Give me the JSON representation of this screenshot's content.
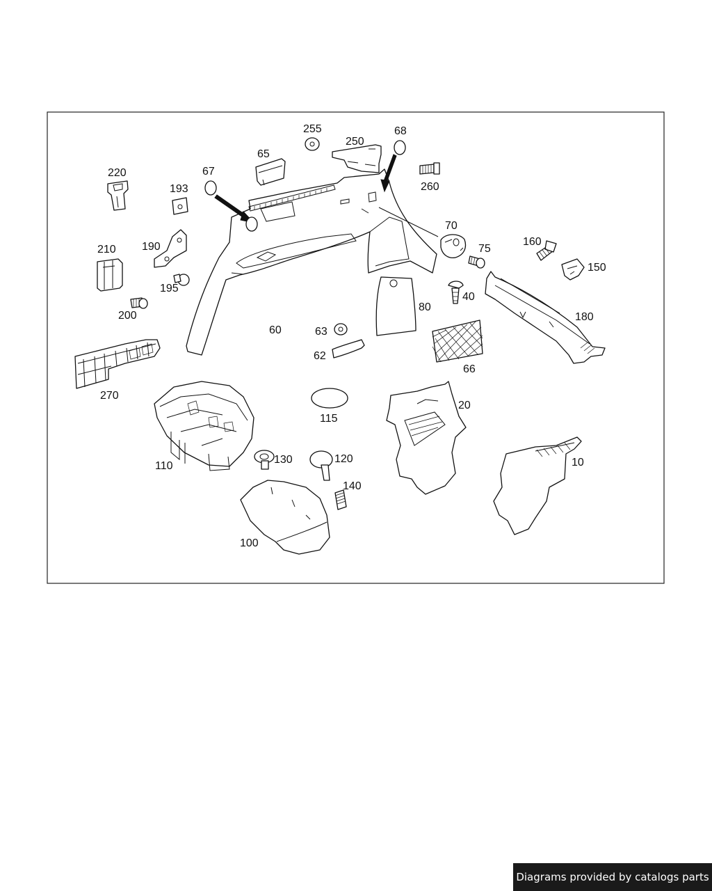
{
  "parts": [
    {
      "id": "p255",
      "label": "255"
    },
    {
      "id": "p68",
      "label": "68"
    },
    {
      "id": "p250",
      "label": "250"
    },
    {
      "id": "p65",
      "label": "65"
    },
    {
      "id": "p67",
      "label": "67"
    },
    {
      "id": "p220",
      "label": "220"
    },
    {
      "id": "p193",
      "label": "193"
    },
    {
      "id": "p260",
      "label": "260"
    },
    {
      "id": "p70",
      "label": "70"
    },
    {
      "id": "p210",
      "label": "210"
    },
    {
      "id": "p190",
      "label": "190"
    },
    {
      "id": "p75",
      "label": "75"
    },
    {
      "id": "p160",
      "label": "160"
    },
    {
      "id": "p150",
      "label": "150"
    },
    {
      "id": "p195",
      "label": "195"
    },
    {
      "id": "p40",
      "label": "40"
    },
    {
      "id": "p200",
      "label": "200"
    },
    {
      "id": "p80",
      "label": "80"
    },
    {
      "id": "p180",
      "label": "180"
    },
    {
      "id": "p60",
      "label": "60"
    },
    {
      "id": "p63",
      "label": "63"
    },
    {
      "id": "p62",
      "label": "62"
    },
    {
      "id": "p66",
      "label": "66"
    },
    {
      "id": "p270",
      "label": "270"
    },
    {
      "id": "p20",
      "label": "20"
    },
    {
      "id": "p115",
      "label": "115"
    },
    {
      "id": "p110",
      "label": "110"
    },
    {
      "id": "p130",
      "label": "130"
    },
    {
      "id": "p120",
      "label": "120"
    },
    {
      "id": "p10",
      "label": "10"
    },
    {
      "id": "p140",
      "label": "140"
    },
    {
      "id": "p100",
      "label": "100"
    }
  ],
  "credit": "Diagrams provided by catalogs parts"
}
